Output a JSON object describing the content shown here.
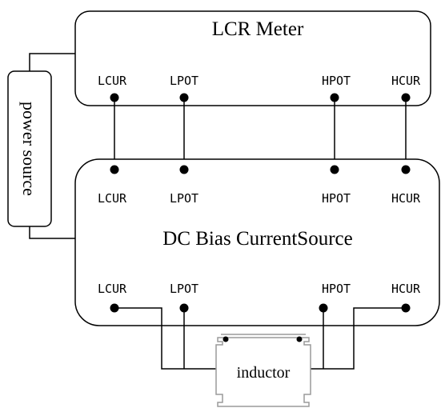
{
  "lcr_meter": {
    "title": "LCR Meter",
    "terminals": [
      "LCUR",
      "LPOT",
      "HPOT",
      "HCUR"
    ]
  },
  "power_source": {
    "label": "power source"
  },
  "dc_bias": {
    "title": "DC Bias CurrentSource",
    "top_terminals": [
      "LCUR",
      "LPOT",
      "HPOT",
      "HCUR"
    ],
    "bottom_terminals": [
      "LCUR",
      "LPOT",
      "HPOT",
      "HCUR"
    ]
  },
  "inductor": {
    "label": "inductor"
  }
}
